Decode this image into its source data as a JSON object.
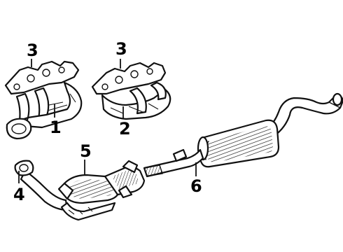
{
  "callouts": [
    {
      "id": "manifold-left",
      "label": "1"
    },
    {
      "id": "manifold-right",
      "label": "2"
    },
    {
      "id": "gasket-left",
      "label": "3"
    },
    {
      "id": "gasket-right",
      "label": "3"
    },
    {
      "id": "flange-stud",
      "label": "4"
    },
    {
      "id": "catalytic-converter",
      "label": "5"
    },
    {
      "id": "muffler-pipe",
      "label": "6"
    }
  ]
}
